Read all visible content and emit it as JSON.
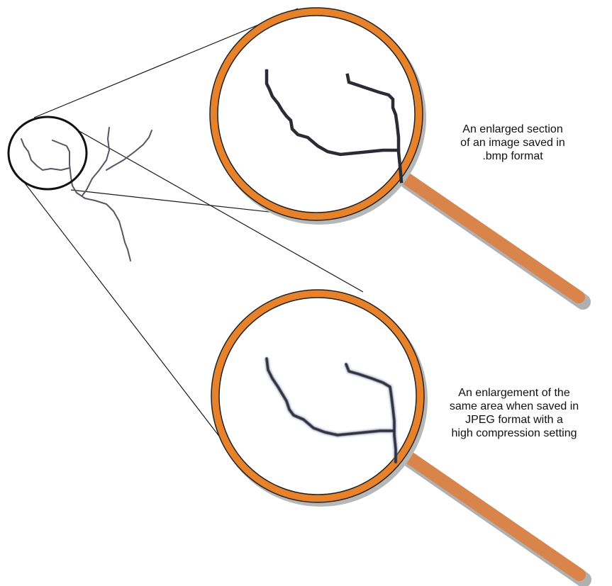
{
  "captions": {
    "bmp": [
      "An enlarged section",
      "of an image saved in",
      ".bmp format"
    ],
    "jpeg": [
      "An enlargement of the",
      "same area when saved in",
      "JPEG format with a",
      "high compression setting"
    ]
  },
  "colors": {
    "lens_rim": "#e8822a",
    "handle": "#d9844a",
    "shadow": "#b0b0b0",
    "stroke": "#2b2b35",
    "sketch": "#555566",
    "jpeg_artifact": "#9ea6c8"
  },
  "icons": {
    "magnifier_top": "magnifying-glass-icon",
    "magnifier_bottom": "magnifying-glass-icon"
  }
}
